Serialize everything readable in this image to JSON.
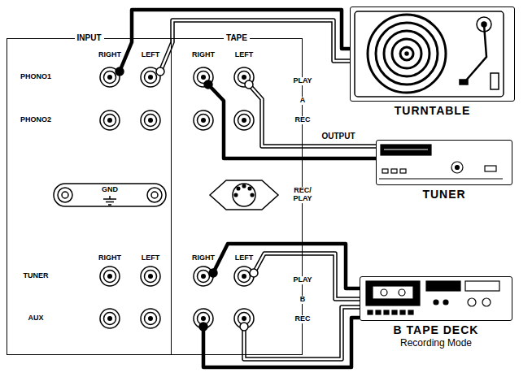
{
  "diagram": {
    "nodes": [
      {
        "text": [
          "INPUT"
        ]
      },
      {
        "text": [
          "TAPE"
        ]
      },
      {
        "text": [
          "TURNTABLE"
        ]
      },
      {
        "text": [
          "TUNER"
        ]
      },
      {
        "text": [
          "B TAPE DECK",
          "Recording Mode"
        ]
      }
    ],
    "edges": [
      {
        "from": 0,
        "to": 2,
        "arrow": "none"
      },
      {
        "from": 1,
        "to": 3,
        "label": "OUTPUT",
        "arrow": "none"
      },
      {
        "from": 1,
        "to": 4,
        "arrow": "none"
      },
      {
        "from": 1,
        "to": 4,
        "arrow": "none"
      }
    ],
    "labels": [
      "RIGHT",
      "LEFT",
      "RIGHT",
      "LEFT",
      "PHONO1",
      "PHONO2",
      "GND",
      "REC/ PLAY",
      "PLAY",
      "A",
      "REC",
      "RIGHT",
      "LEFT",
      "RIGHT",
      "LEFT",
      "PLAY",
      "B",
      "REC",
      "TUNER",
      "AUX"
    ]
  }
}
